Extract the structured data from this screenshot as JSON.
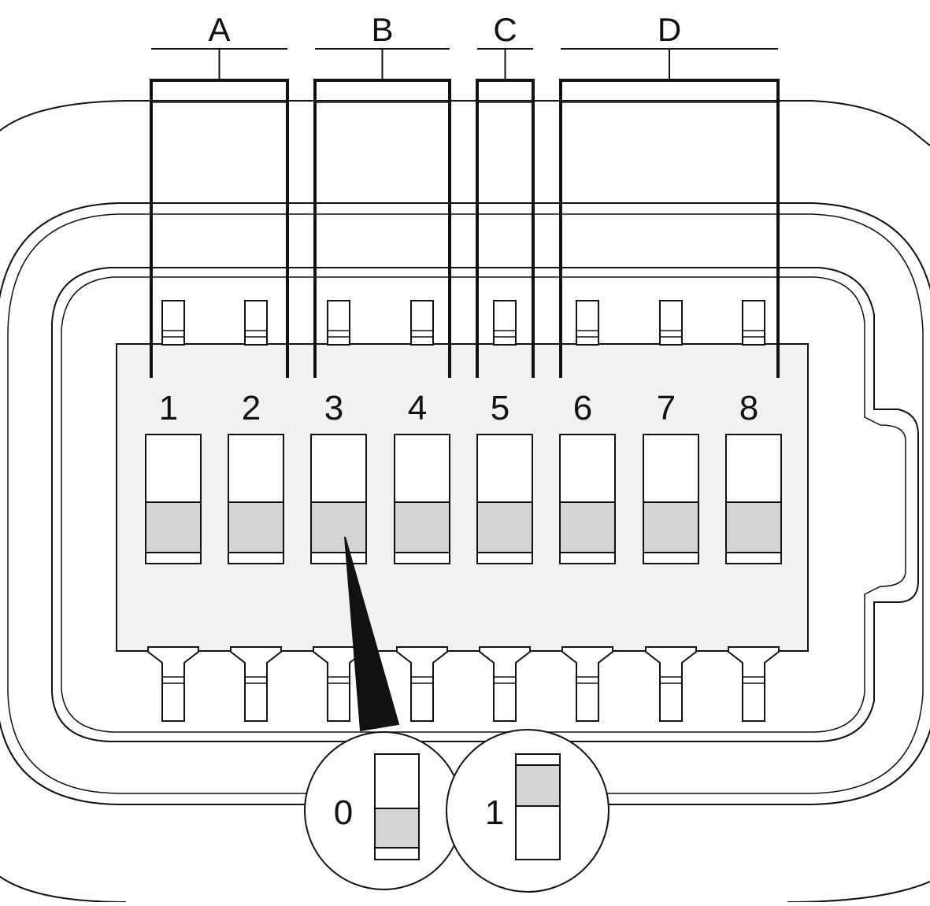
{
  "groups": [
    {
      "id": "A",
      "label": "A",
      "switches": [
        "1",
        "2"
      ]
    },
    {
      "id": "B",
      "label": "B",
      "switches": [
        "3",
        "4"
      ]
    },
    {
      "id": "C",
      "label": "C",
      "switches": [
        "5"
      ]
    },
    {
      "id": "D",
      "label": "D",
      "switches": [
        "6",
        "7",
        "8"
      ]
    }
  ],
  "switches": [
    {
      "number": "1",
      "state": "0"
    },
    {
      "number": "2",
      "state": "0"
    },
    {
      "number": "3",
      "state": "0"
    },
    {
      "number": "4",
      "state": "0"
    },
    {
      "number": "5",
      "state": "0"
    },
    {
      "number": "6",
      "state": "0"
    },
    {
      "number": "7",
      "state": "0"
    },
    {
      "number": "8",
      "state": "0"
    }
  ],
  "legend": {
    "off_label": "0",
    "on_label": "1"
  },
  "colors": {
    "outline": "#111111",
    "housing": "#f0f1f0",
    "actuator": "#d4d4d5",
    "background": "#ffffff"
  }
}
